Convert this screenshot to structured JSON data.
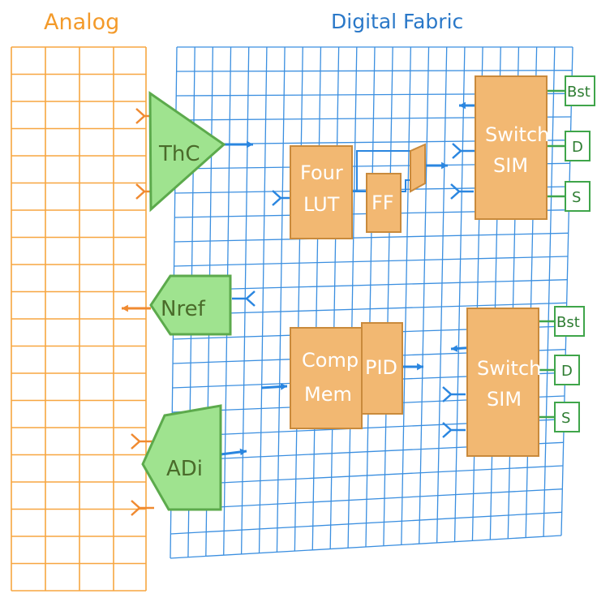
{
  "titles": {
    "analog": "Analog",
    "digital": "Digital Fabric"
  },
  "blocks": {
    "four_lut": [
      "Four",
      "LUT"
    ],
    "ff": "FF",
    "comp_mem": [
      "Comp",
      "Mem"
    ],
    "pid": "PID",
    "switch_top": [
      "Switch",
      "SIM"
    ],
    "switch_bottom": [
      "Switch",
      "SIM"
    ]
  },
  "interfaces": {
    "thc": "ThC",
    "nref": "Nref",
    "adi": "ADi"
  },
  "pins": {
    "top": [
      "Bst",
      "D",
      "S"
    ],
    "bottom": [
      "Bst",
      "D",
      "S"
    ]
  },
  "colors": {
    "analog_grid": "#f7a640",
    "digital_grid": "#3b8fe0",
    "block_fill": "#f2b872",
    "block_stroke": "#c98a3c",
    "interface_fill": "#9fe38f",
    "interface_stroke": "#5caa4c",
    "pin_stroke": "#3fa54a",
    "arrow_blue": "#2a86e0",
    "arrow_orange": "#f08a30"
  }
}
